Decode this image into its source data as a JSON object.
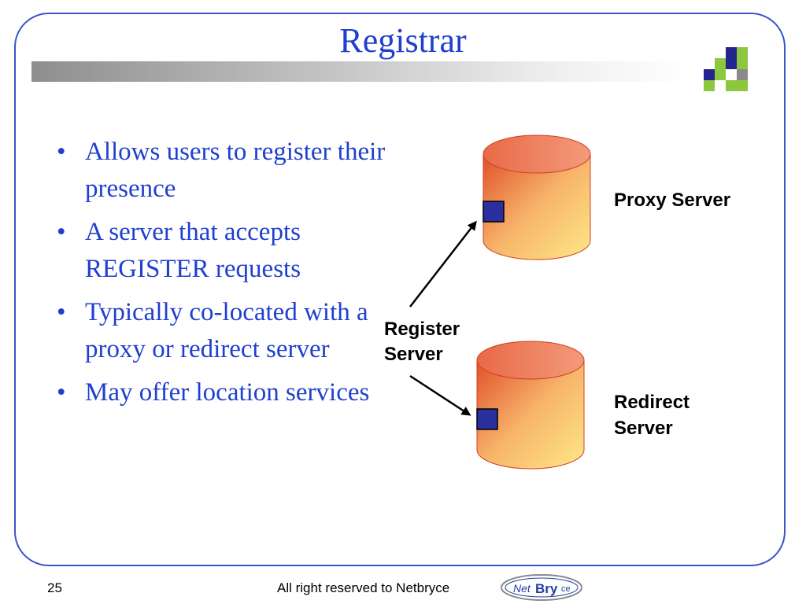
{
  "slide": {
    "title": "Registrar",
    "bullets": [
      "Allows users to register their presence",
      "A server that accepts REGISTER requests",
      "Typically co-located with a proxy or redirect server",
      "May offer location services"
    ],
    "bullet_glyph": "•"
  },
  "diagram": {
    "proxy_label": "Proxy Server",
    "register_label_line1": "Register",
    "register_label_line2": "Server",
    "redirect_label_line1": "Redirect",
    "redirect_label_line2": "Server"
  },
  "footer": {
    "page_number": "25",
    "copyright": "All right reserved to Netbryce",
    "logo_text": "NetBryce"
  },
  "colors": {
    "title": "#1f3fcf",
    "frame": "#3a54c8",
    "cylinder_top": "#f08a6a",
    "cylinder_side_dark": "#e0502a",
    "cylinder_side_light": "#ffe888",
    "port_square": "#2b2f9e",
    "deco_blue": "#24248f",
    "deco_green": "#8dc63f",
    "deco_gray": "#8a8a8a"
  }
}
